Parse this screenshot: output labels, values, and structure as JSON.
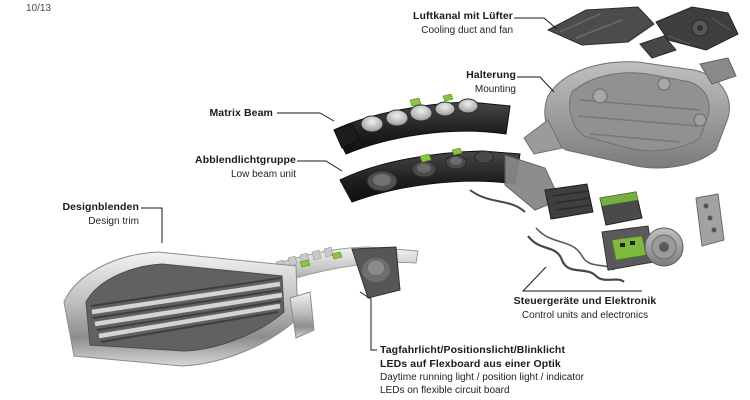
{
  "page": {
    "number": "10/13"
  },
  "labels": {
    "cooling_duct": {
      "de": "Luftkanal mit Lüfter",
      "en": "Cooling duct and fan"
    },
    "mounting": {
      "de": "Halterung",
      "en": "Mounting"
    },
    "matrix_beam": {
      "de": "Matrix Beam"
    },
    "low_beam": {
      "de": "Abblendlichtgruppe",
      "en": "Low beam unit"
    },
    "design_trim": {
      "de": "Designblenden",
      "en": "Design trim"
    },
    "control_units": {
      "de": "Steuergeräte und Elektronik",
      "en": "Control units and electronics"
    },
    "drl": {
      "de1": "Tagfahrlicht/Positionslicht/Blinklicht",
      "de2": "LEDs auf Flexboard aus einer Optik",
      "en1": "Daytime running light / position light / indicator",
      "en2": "LEDs on flexible circuit board"
    }
  },
  "colors": {
    "accent_green": "#8bc53f",
    "leader_line": "#1a1a1a"
  }
}
